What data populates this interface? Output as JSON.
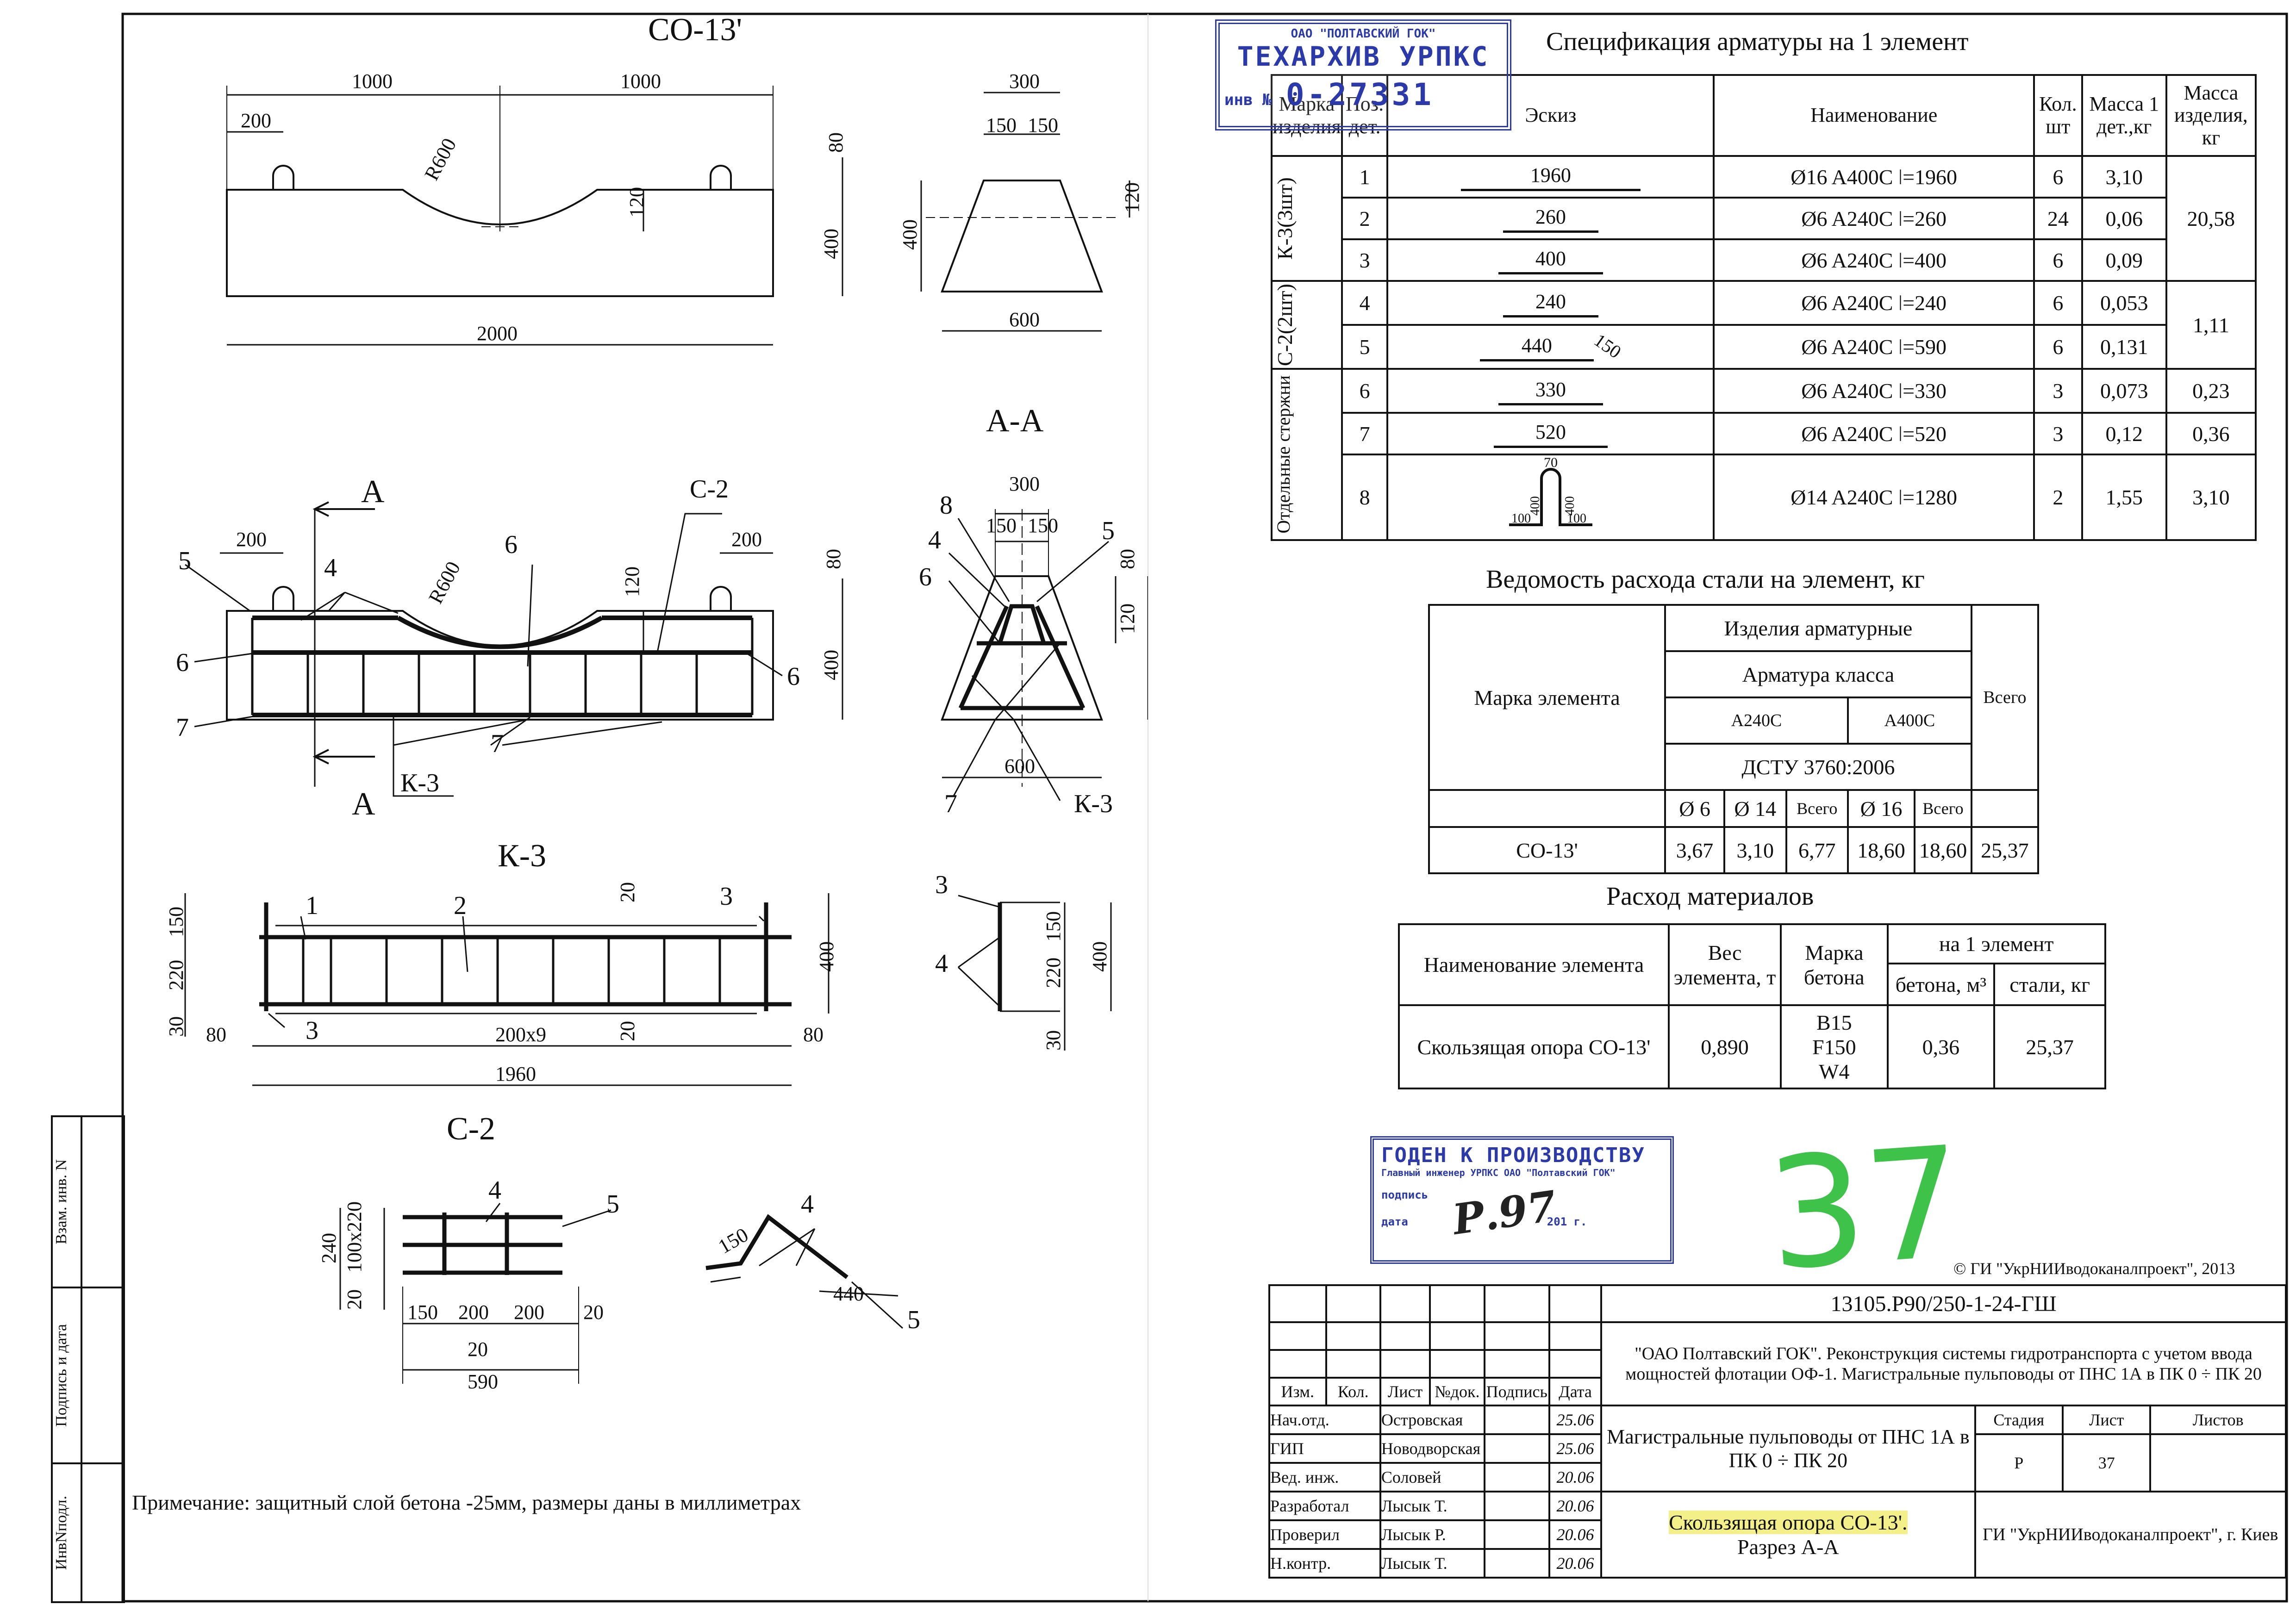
{
  "drawing": {
    "main_title": "СО-13'",
    "section_aa_title": "А-А",
    "k3_title": "К-3",
    "c2_title": "С-2",
    "note": "Примечание: защитный слой бетона -25мм, размеры даны в миллиметрах",
    "dims_top": {
      "d1000a": "1000",
      "d1000b": "1000",
      "d200": "200",
      "r600": "R600",
      "d80": "80",
      "d120": "120",
      "d400": "400",
      "d2000": "2000"
    },
    "dims_end": {
      "d300": "300",
      "d150a": "150",
      "d150b": "150",
      "d120": "120",
      "d400": "400",
      "d600": "600"
    },
    "dims_plan": {
      "a": "А",
      "c2": "С-2",
      "d200a": "200",
      "d200b": "200",
      "r600": "R600",
      "p4": "4",
      "p5": "5",
      "p6a": "6",
      "p6b": "6",
      "p6c": "6",
      "p7a": "7",
      "p7b": "7",
      "d120": "120",
      "d80": "80",
      "d400": "400",
      "k3": "К-3"
    },
    "dims_aa": {
      "p8": "8",
      "p4": "4",
      "p6": "6",
      "p5": "5",
      "d300": "300",
      "d150a": "150",
      "d150b": "150",
      "d80": "80",
      "d120": "120",
      "d400": "400",
      "d600": "600",
      "p7": "7",
      "k3": "К-3"
    },
    "dims_k3": {
      "p1": "1",
      "p2": "2",
      "p3a": "3",
      "p3b": "3",
      "d150": "150",
      "d220": "220",
      "d30": "30",
      "d20a": "20",
      "d20b": "20",
      "d400": "400",
      "d80a": "80",
      "d80b": "80",
      "d200x9": "200х9",
      "d1960": "1960"
    },
    "dims_k3_end": {
      "p3": "3",
      "p4": "4",
      "d150": "150",
      "d220": "220",
      "d30": "30",
      "d400": "400"
    },
    "dims_c2": {
      "p4": "4",
      "p5": "5",
      "d240": "240",
      "d20a": "20",
      "d100x2": "100х2",
      "d20b": "20",
      "d150": "150",
      "d200a": "200",
      "d200b": "200",
      "d20c": "20",
      "d20d": "20",
      "d590": "590"
    },
    "dims_c2_bent": {
      "p4": "4",
      "p5": "5",
      "d150": "150",
      "d440": "440"
    }
  },
  "stamp_archive": {
    "org": "ОАО \"ПОЛТАВСКИЙ ГОК\"",
    "name": "ТЕХАРХИВ УРПКС",
    "inv_label": "инв №",
    "inv_number": "0-27331"
  },
  "stamp_approval": {
    "line1": "ГОДЕН К ПРОИЗВОДСТВУ",
    "line2": "Главный инженер УРПКС ОАО \"Полтавский ГОК\"",
    "line3": "подпись",
    "line4": "дата",
    "year": "201 г.",
    "date_hand": "Р.97",
    "sheet_hand": "37"
  },
  "spec": {
    "title": "Спецификация арматуры на 1 элемент",
    "headers": [
      "Марка изделия",
      "Поз. дет.",
      "Эскиз",
      "Наименование",
      "Кол. шт",
      "Масса 1 дет.,кг",
      "Масса изделия, кг"
    ],
    "groups": [
      "К-3(3шт)",
      "С-2(2шт)",
      "Отдельные стержни"
    ],
    "rows": [
      {
        "pos": "1",
        "sketch": "1960",
        "name": "Ø16 A400C ǀ=1960",
        "qty": "6",
        "mass": "3,10"
      },
      {
        "pos": "2",
        "sketch": "260",
        "name": "Ø6 A240C ǀ=260",
        "qty": "24",
        "mass": "0,06"
      },
      {
        "pos": "3",
        "sketch": "400",
        "name": "Ø6 A240C ǀ=400",
        "qty": "6",
        "mass": "0,09"
      },
      {
        "pos": "4",
        "sketch": "240",
        "name": "Ø6 A240C ǀ=240",
        "qty": "6",
        "mass": "0,053"
      },
      {
        "pos": "5",
        "sketch": "440",
        "sketch2": "150",
        "name": "Ø6 A240C ǀ=590",
        "qty": "6",
        "mass": "0,131"
      },
      {
        "pos": "6",
        "sketch": "330",
        "name": "Ø6 A240C ǀ=330",
        "qty": "3",
        "mass": "0,073"
      },
      {
        "pos": "7",
        "sketch": "520",
        "name": "Ø6 A240C ǀ=520",
        "qty": "3",
        "mass": "0,12"
      },
      {
        "pos": "8",
        "sketch_top": "70",
        "sketch_side1": "400",
        "sketch_side2": "400",
        "sketch_bot1": "100",
        "sketch_bot2": "100",
        "name": "Ø14 A240C ǀ=1280",
        "qty": "2",
        "mass": "1,55"
      }
    ],
    "group_mass": [
      "20,58",
      "1,11",
      "0,23",
      "0,36",
      "3,10"
    ]
  },
  "steel": {
    "title": "Ведомость расхода стали на элемент, кг",
    "h_mark": "Марка элемента",
    "h_products": "Изделия арматурные",
    "h_class": "Арматура класса",
    "h_a240": "A240C",
    "h_a400": "A400C",
    "h_total": "Всего",
    "h_dstu": "ДСТУ 3760:2006",
    "sub": [
      "Ø 6",
      "Ø 14",
      "Всего",
      "Ø 16",
      "Всего"
    ],
    "row": {
      "mark": "СО-13'",
      "v1": "3,67",
      "v2": "3,10",
      "v3": "6,77",
      "v4": "18,60",
      "v5": "18,60",
      "v6": "25,37"
    }
  },
  "materials": {
    "title": "Расход материалов",
    "h_name": "Наименование элемента",
    "h_weight": "Вес элемента, т",
    "h_concrete_mark": "Марка бетона",
    "h_per": "на 1 элемент",
    "h_concrete": "бетона, м³",
    "h_steel": "стали, кг",
    "row": {
      "name": "Скользящая опора СО-13'",
      "weight": "0,890",
      "m1": "B15",
      "m2": "F150",
      "m3": "W4",
      "concrete": "0,36",
      "steel": "25,37"
    }
  },
  "copyright": "© ГИ \"УкрНИИводоканалпроект\", 2013",
  "titleblock": {
    "code": "13105.P90/250-1-24-ГШ",
    "project": "\"ОАО Полтавский ГОК\". Реконструкция системы гидротранспорта с учетом ввода мощностей флотации ОФ-1. Магистральные пульповоды от ПНС 1А в ПК 0 ÷ ПК 20",
    "cols": [
      "Изм.",
      "Кол.",
      "Лист",
      "№док.",
      "Подпись",
      "Дата"
    ],
    "people": [
      {
        "role": "Нач.отд.",
        "name": "Островская",
        "date": "25.06"
      },
      {
        "role": "ГИП",
        "name": "Новодворская",
        "date": "25.06"
      },
      {
        "role": "Вед. инж.",
        "name": "Соловей",
        "date": "20.06"
      },
      {
        "role": "Разработал",
        "name": "Лысык Т.",
        "date": "20.06"
      },
      {
        "role": "Проверил",
        "name": "Лысык Р.",
        "date": "20.06"
      },
      {
        "role": "Н.контр.",
        "name": "Лысык Т.",
        "date": "20.06"
      }
    ],
    "work": "Магистральные пульповоды от ПНС 1А в ПК 0 ÷ ПК 20",
    "stage_h": "Стадия",
    "sheet_h": "Лист",
    "sheets_h": "Листов",
    "stage": "Р",
    "sheet": "37",
    "sheets": "",
    "drawing_name1": "Скользящая опора СО-13'.",
    "drawing_name2": "Разрез А-А",
    "org": "ГИ \"УкрНИИводоканалпроект\", г. Киев"
  },
  "left_strip": [
    "Взам. инв. N",
    "Подпись и дата",
    "ИнвNподл."
  ],
  "colors": {
    "stamp_blue": "#2b3aa8",
    "green_ink": "#3fc24a",
    "highlight": "#f3f08a"
  }
}
